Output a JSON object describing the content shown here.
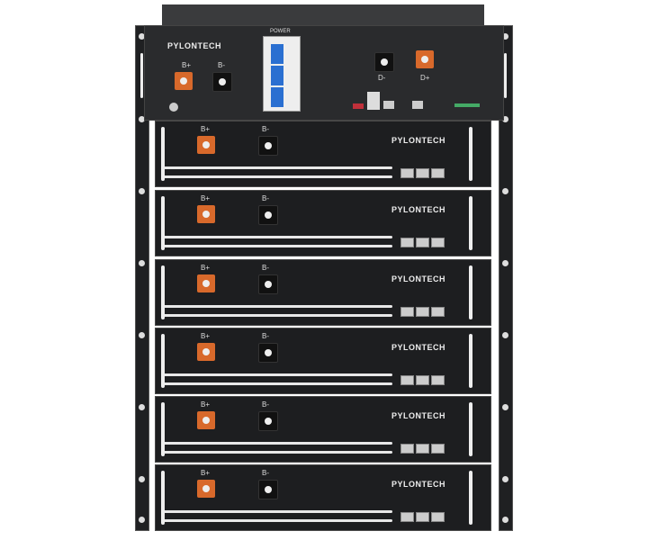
{
  "controller": {
    "logo": "PYLONTECH",
    "power_label": "POWER",
    "b_plus": "B+",
    "b_minus": "B-",
    "d_minus": "D-",
    "d_plus": "D+"
  },
  "modules": [
    {
      "logo": "PYLONTECH",
      "pos": "B+",
      "neg": "B-"
    },
    {
      "logo": "PYLONTECH",
      "pos": "B+",
      "neg": "B-"
    },
    {
      "logo": "PYLONTECH",
      "pos": "B+",
      "neg": "B-"
    },
    {
      "logo": "PYLONTECH",
      "pos": "B+",
      "neg": "B-"
    },
    {
      "logo": "PYLONTECH",
      "pos": "B+",
      "neg": "B-"
    },
    {
      "logo": "PYLONTECH",
      "pos": "B+",
      "neg": "B-"
    }
  ],
  "colors": {
    "chassis": "#1d1e20",
    "terminal_positive": "#d8692b",
    "breaker_handle": "#2a6fd1"
  }
}
